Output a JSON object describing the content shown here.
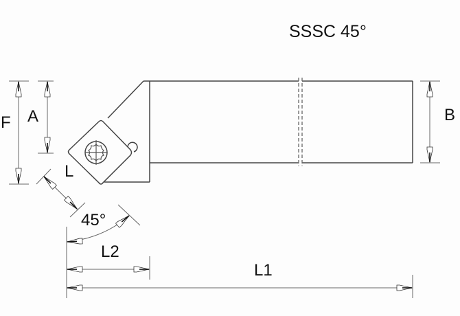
{
  "title": "SSSC 45°",
  "labels": {
    "F": "F",
    "A": "A",
    "L": "L",
    "B": "B",
    "angle": "45°",
    "L2": "L2",
    "L1": "L1"
  },
  "colors": {
    "background": "#fdfdfd",
    "line": "#555555",
    "text": "#111111"
  }
}
